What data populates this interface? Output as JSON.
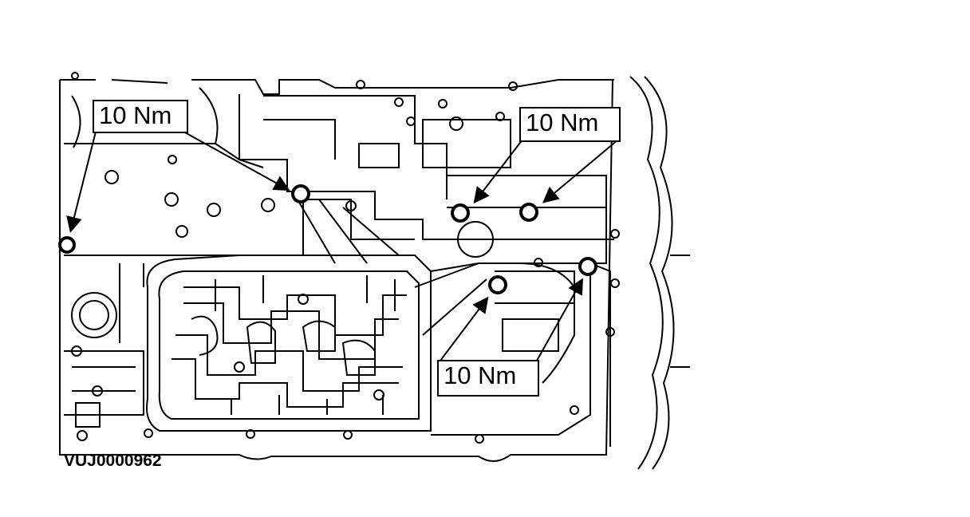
{
  "torque_callouts": [
    {
      "label": "10 Nm"
    },
    {
      "label": "10 Nm"
    },
    {
      "label": "10 Nm"
    }
  ],
  "figure_code": "VUJ0000962",
  "colors": {
    "line": "#000000",
    "background": "#ffffff"
  }
}
